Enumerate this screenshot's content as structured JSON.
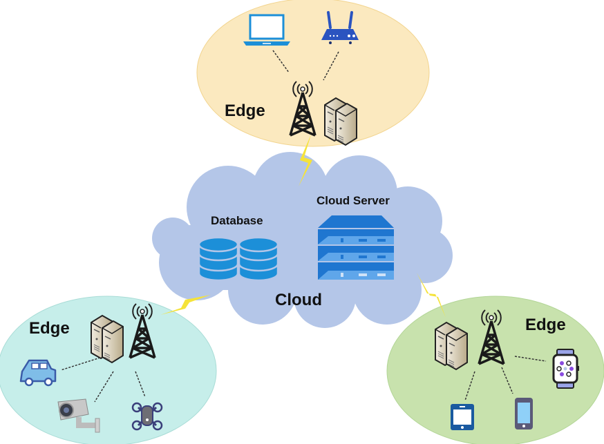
{
  "diagram": {
    "title": "Edge-Cloud Computing Architecture",
    "colors": {
      "cloud": "#b4c6e8",
      "edge_top": "#fbe9bf",
      "edge_left": "#c6eeea",
      "edge_right": "#c8e2ad",
      "lightning": "#f5e33a",
      "device_blue": "#1c8fd8",
      "server_blue": "#1f76d0"
    },
    "cloud": {
      "label": "Cloud",
      "components": [
        {
          "name": "Database",
          "icon": "database-icon"
        },
        {
          "name": "Cloud Server",
          "icon": "server-rack-icon"
        }
      ]
    },
    "edges": [
      {
        "id": "top",
        "label": "Edge",
        "infrastructure": [
          "cell-tower-icon",
          "edge-server-icon"
        ],
        "devices": [
          "Laptop",
          "Wi-Fi Router"
        ]
      },
      {
        "id": "left",
        "label": "Edge",
        "infrastructure": [
          "edge-server-icon",
          "cell-tower-icon"
        ],
        "devices": [
          "Car",
          "Surveillance Camera",
          "Drone"
        ]
      },
      {
        "id": "right",
        "label": "Edge",
        "infrastructure": [
          "edge-server-icon",
          "cell-tower-icon"
        ],
        "devices": [
          "Smartwatch",
          "Tablet",
          "Smartphone"
        ]
      }
    ],
    "links": [
      {
        "from": "top",
        "to": "cloud",
        "type": "wireless"
      },
      {
        "from": "left",
        "to": "cloud",
        "type": "wireless"
      },
      {
        "from": "right",
        "to": "cloud",
        "type": "wireless"
      }
    ]
  }
}
